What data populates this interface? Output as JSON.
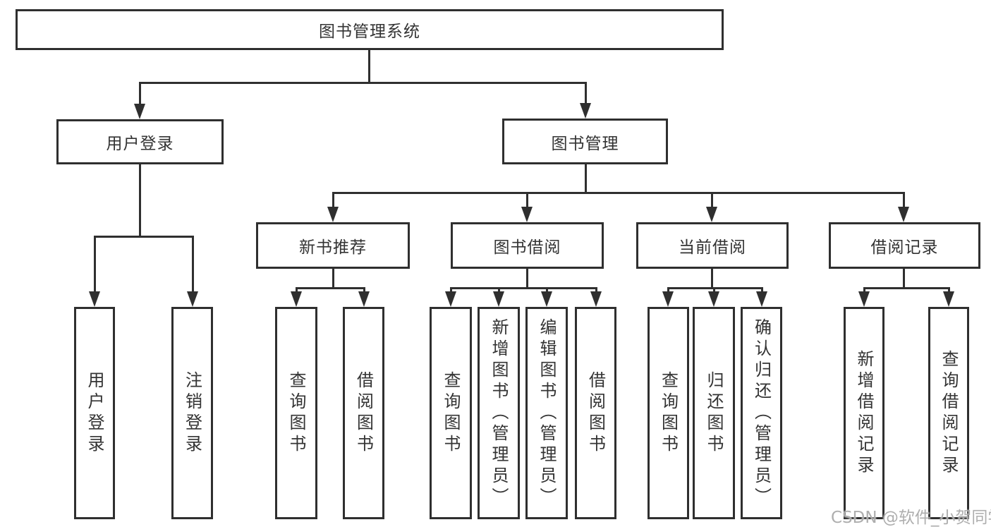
{
  "colors": {
    "line": "#2f2f2f",
    "text": "#333333",
    "box_background": "#ffffff",
    "page_background": "#ffffff",
    "watermark_text": "#a5a5a5"
  },
  "diagram": {
    "nodes": {
      "root": "图书管理系统",
      "user_login": "用户登录",
      "book_management": "图书管理",
      "new_book_recommend": "新书推荐",
      "book_borrowing": "图书借阅",
      "current_borrowing": "当前借阅",
      "borrowing_records": "借阅记录",
      "leaf_user_login": "用户登录",
      "leaf_logout": "注销登录",
      "leaf_recommend_query_books": "查询图书",
      "leaf_recommend_borrow_books": "借阅图书",
      "leaf_borrowing_query_books": "查询图书",
      "leaf_borrowing_add_books": "新增图书（管理员）",
      "leaf_borrowing_edit_books": "编辑图书（管理员）",
      "leaf_borrowing_borrow_books": "借阅图书",
      "leaf_current_query_books": "查询图书",
      "leaf_current_return_books": "归还图书",
      "leaf_current_confirm_return": "确认归还（管理员）",
      "leaf_records_add_record": "新增借阅记录",
      "leaf_records_query_record": "查询借阅记录"
    },
    "watermark": "CSDN @软件_小贺同学"
  }
}
